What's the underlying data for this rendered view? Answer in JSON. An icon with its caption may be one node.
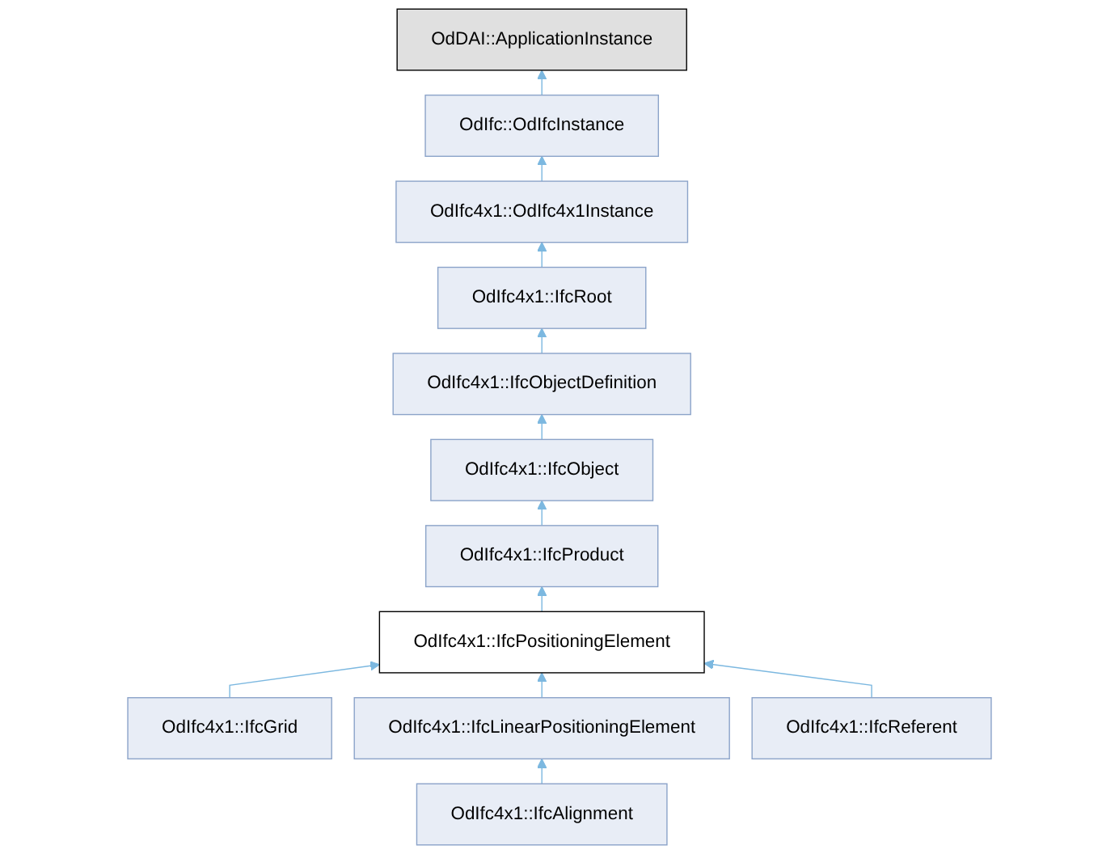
{
  "diagram": {
    "nodes": [
      {
        "text": [
          "OdDAI::ApplicationInstance"
        ]
      },
      {
        "text": [
          "OdIfc::OdIfcInstance"
        ]
      },
      {
        "text": [
          "OdIfc4x1::OdIfc4x1Instance"
        ]
      },
      {
        "text": [
          "OdIfc4x1::IfcRoot"
        ]
      },
      {
        "text": [
          "OdIfc4x1::IfcObjectDefinition"
        ]
      },
      {
        "text": [
          "OdIfc4x1::IfcObject"
        ]
      },
      {
        "text": [
          "OdIfc4x1::IfcProduct"
        ]
      },
      {
        "text": [
          "OdIfc4x1::IfcPositioningElement"
        ]
      },
      {
        "text": [
          "OdIfc4x1::IfcGrid"
        ]
      },
      {
        "text": [
          "OdIfc4x1::IfcLinearPositioningElement"
        ]
      },
      {
        "text": [
          "OdIfc4x1::IfcReferent"
        ]
      },
      {
        "text": [
          "OdIfc4x1::IfcAlignment"
        ]
      }
    ],
    "edges": [
      {
        "from": 1,
        "to": 0,
        "arrow": "to"
      },
      {
        "from": 2,
        "to": 1,
        "arrow": "to"
      },
      {
        "from": 3,
        "to": 2,
        "arrow": "to"
      },
      {
        "from": 4,
        "to": 3,
        "arrow": "to"
      },
      {
        "from": 5,
        "to": 4,
        "arrow": "to"
      },
      {
        "from": 6,
        "to": 5,
        "arrow": "to"
      },
      {
        "from": 7,
        "to": 6,
        "arrow": "to"
      },
      {
        "from": 8,
        "to": 7,
        "arrow": "to"
      },
      {
        "from": 9,
        "to": 7,
        "arrow": "to"
      },
      {
        "from": 10,
        "to": 7,
        "arrow": "to"
      },
      {
        "from": 11,
        "to": 9,
        "arrow": "to"
      }
    ]
  }
}
